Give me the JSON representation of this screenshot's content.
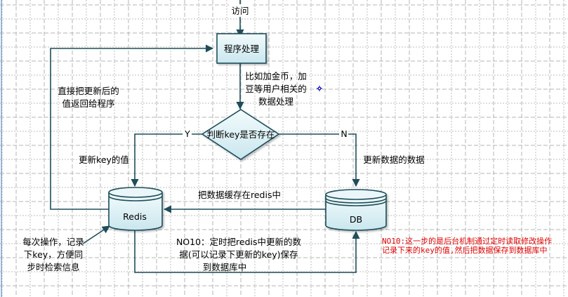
{
  "diagram": {
    "title": "",
    "nodes": {
      "process": {
        "label": "程序处理",
        "shape": "rectangle"
      },
      "decision": {
        "label": "判断key是否存在",
        "shape": "diamond"
      },
      "redis": {
        "label": "Redis",
        "shape": "cylinder"
      },
      "db": {
        "label": "DB",
        "shape": "cylinder"
      }
    },
    "labels": {
      "visit": "访问",
      "process_note": [
        "比如加金币，加",
        "豆等用户相关的",
        "数据处理"
      ],
      "return_note": [
        "直接把更新后的",
        "值返回给程序"
      ],
      "yes": "Y",
      "no": "N",
      "update_key": "更新key的值",
      "update_data": "更新数据的数据",
      "cache_note": "把数据缓存在redis中",
      "record_note": [
        "每次操作，记录",
        "下key，方便同",
        "步时检索信息"
      ],
      "sync_note": [
        "NO10：定时把redis中更新的数",
        "据(可以记录下更新的key)保存",
        "到数据库中"
      ],
      "red_note": [
        "NO10:这一步的是后台机制通过定时读取修改操作",
        "记录下来的key的值,然后把数据保存到数据库中"
      ]
    },
    "edges": [
      {
        "from": "start",
        "to": "process",
        "label": "访问"
      },
      {
        "from": "process",
        "to": "decision",
        "label": "比如加金币，加豆等用户相关的数据处理"
      },
      {
        "from": "decision",
        "to": "redis",
        "label": "Y / 更新key的值"
      },
      {
        "from": "decision",
        "to": "db",
        "label": "N / 更新数据的数据"
      },
      {
        "from": "db",
        "to": "redis",
        "label": "把数据缓存在redis中"
      },
      {
        "from": "redis",
        "to": "process",
        "label": "直接把更新后的值返回给程序"
      },
      {
        "from": "redis",
        "to": "db",
        "label": "NO10：定时把redis中更新的数据(可以记录下更新的key)保存到数据库中"
      },
      {
        "from": "note",
        "to": "redis",
        "label": "每次操作，记录下key，方便同步时检索信息"
      }
    ],
    "colors": {
      "stroke": "#1f4e5a",
      "fill_top": "#f2fbfc",
      "fill_bottom": "#c9e6ee",
      "red_text": "#e00000",
      "cursor_marker": "#1a1acc"
    }
  }
}
